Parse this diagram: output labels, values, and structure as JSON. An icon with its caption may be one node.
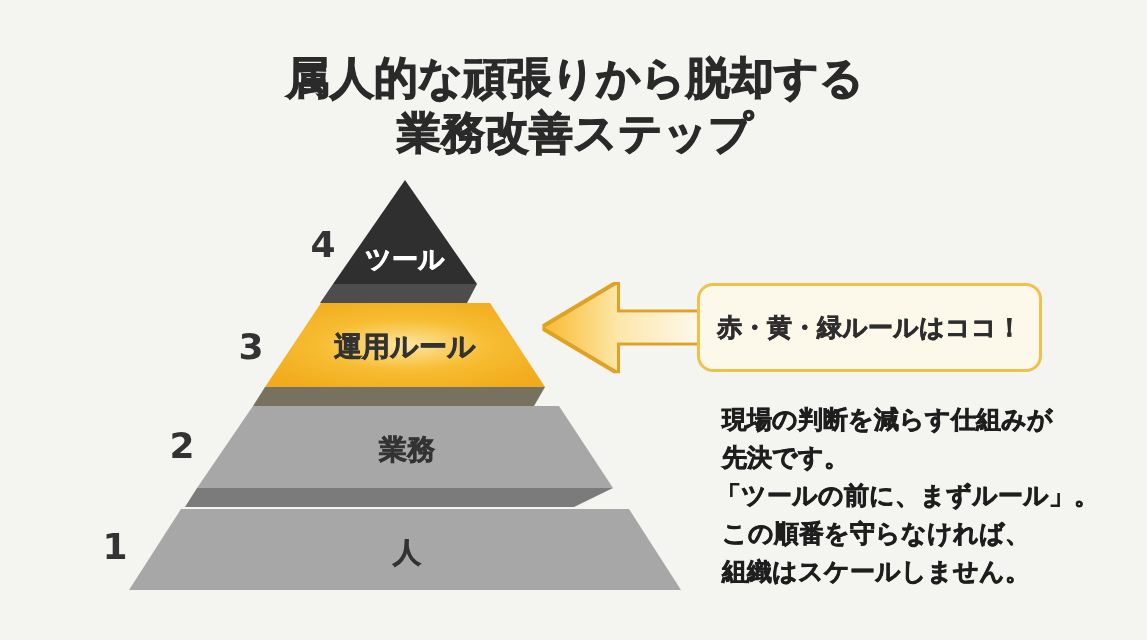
{
  "diagram": {
    "title": "属人的な頑張りから脱却する業務改善ステップ",
    "nodes": [
      {
        "text": [
          "ツール"
        ],
        "beside": [
          "4"
        ]
      },
      {
        "text": [
          "運用ルール"
        ],
        "beside": [
          "3"
        ]
      },
      {
        "text": [
          "業務"
        ],
        "beside": [
          "2"
        ]
      },
      {
        "text": [
          "人"
        ],
        "beside": [
          "1"
        ]
      },
      {
        "text": [
          "赤・黄・緑ルールはココ！"
        ]
      }
    ],
    "edges": [
      {
        "from": 4,
        "to": 1,
        "arrow": "to",
        "style": "thick"
      }
    ],
    "labels": [
      "現場の判断を減らす仕組みが先決です。",
      "「ツールの前に、まずルール」。",
      "この順番を守らなければ、組織はスケールしません。"
    ]
  }
}
